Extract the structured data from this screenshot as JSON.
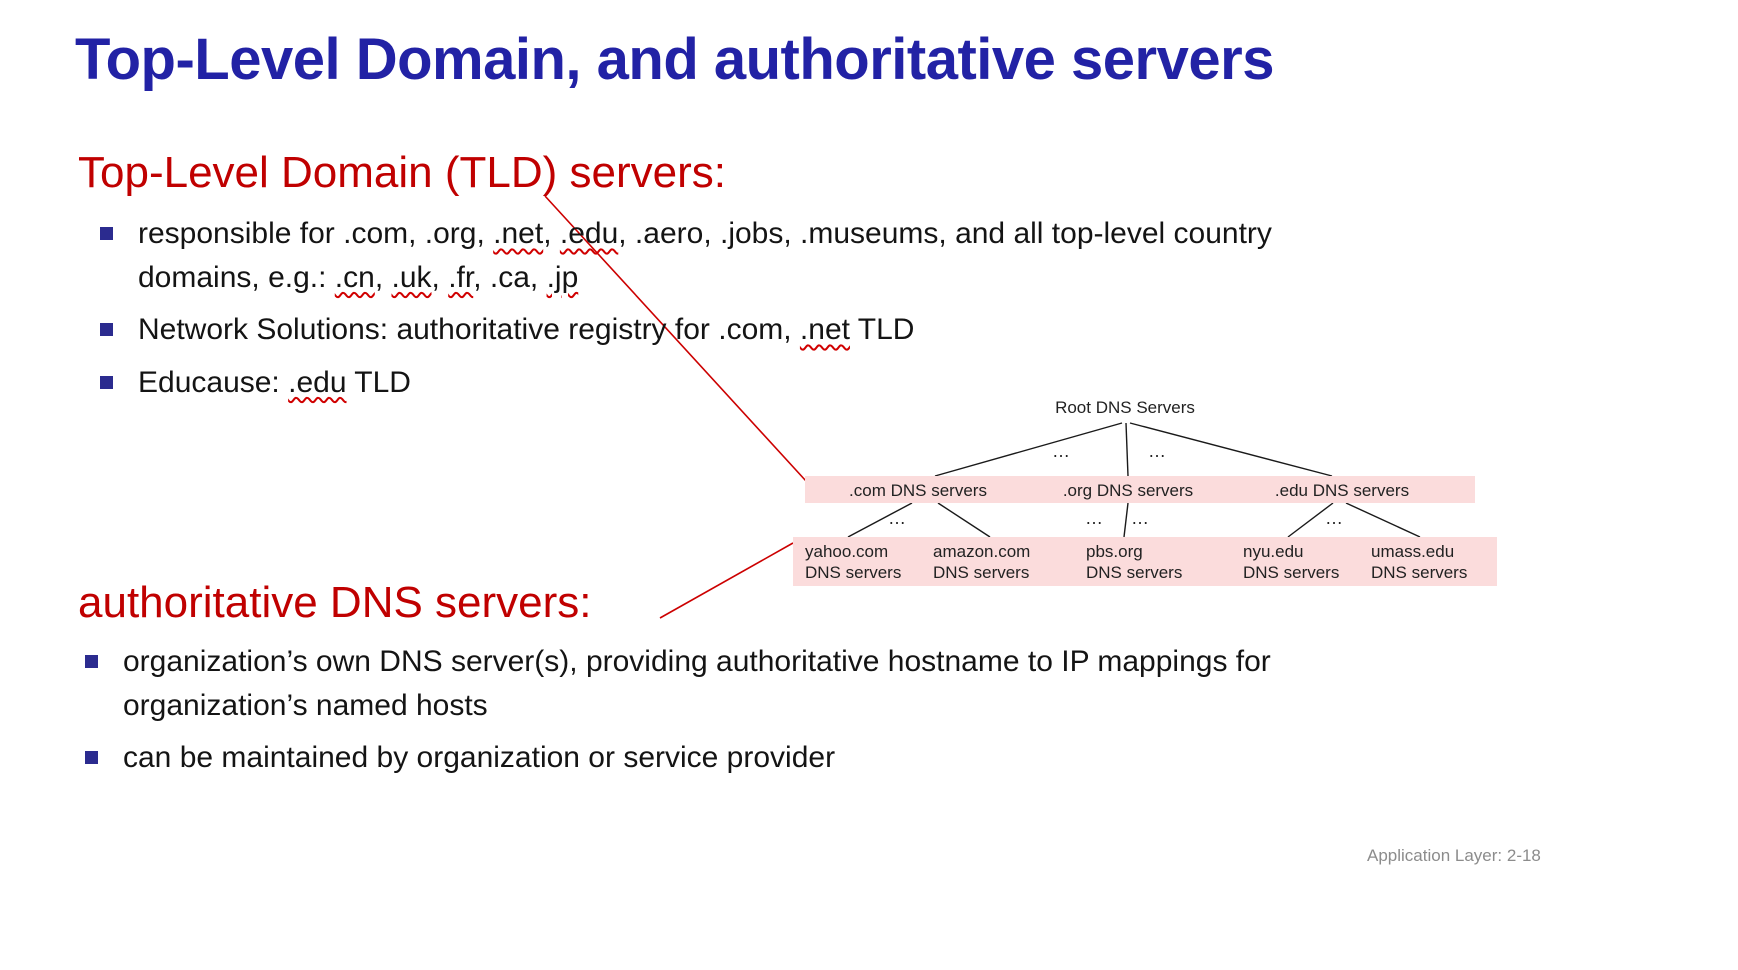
{
  "slide": {
    "title": "Top-Level Domain, and authoritative servers",
    "footer": "Application Layer: 2-18",
    "colors": {
      "title_blue": "#2222A5",
      "heading_red": "#C00000",
      "bullet_square": "#2B2B8F",
      "band_pink": "#FBDCDC",
      "connector_red": "#CC0000"
    },
    "tld_section": {
      "heading": "Top-Level Domain (TLD) servers:",
      "bullets": [
        [
          {
            "t": "responsible for .com, .org, "
          },
          {
            "t": ".net",
            "w": true
          },
          {
            "t": ", "
          },
          {
            "t": ".edu",
            "w": true
          },
          {
            "t": ", .aero, .jobs, .museums, and all top-level country domains, e.g.: "
          },
          {
            "t": ".cn",
            "w": true
          },
          {
            "t": ", "
          },
          {
            "t": ".uk",
            "w": true
          },
          {
            "t": ", "
          },
          {
            "t": ".fr",
            "w": true
          },
          {
            "t": ", .ca, "
          },
          {
            "t": ".jp",
            "w": true
          }
        ],
        [
          {
            "t": "Network Solutions: authoritative registry for .com, "
          },
          {
            "t": ".net",
            "w": true
          },
          {
            "t": " TLD"
          }
        ],
        [
          {
            "t": "Educause: "
          },
          {
            "t": ".edu",
            "w": true
          },
          {
            "t": " TLD"
          }
        ]
      ]
    },
    "auth_section": {
      "heading": "authoritative DNS servers:",
      "bullets": [
        "organization’s own DNS server(s), providing authoritative hostname to IP mappings for organization’s named hosts",
        "can be maintained by organization or service provider"
      ]
    },
    "diagram": {
      "root_label": "Root DNS Servers",
      "ellipsis": "…",
      "tld_servers": [
        ".com DNS servers",
        ".org DNS servers",
        ".edu DNS servers"
      ],
      "auth_servers": [
        {
          "line1": "yahoo.com",
          "line2": "DNS servers"
        },
        {
          "line1": "amazon.com",
          "line2": "DNS servers"
        },
        {
          "line1": "pbs.org",
          "line2": "DNS servers"
        },
        {
          "line1": "nyu.edu",
          "line2": "DNS servers"
        },
        {
          "line1": "umass.edu",
          "line2": "DNS servers"
        }
      ]
    }
  }
}
